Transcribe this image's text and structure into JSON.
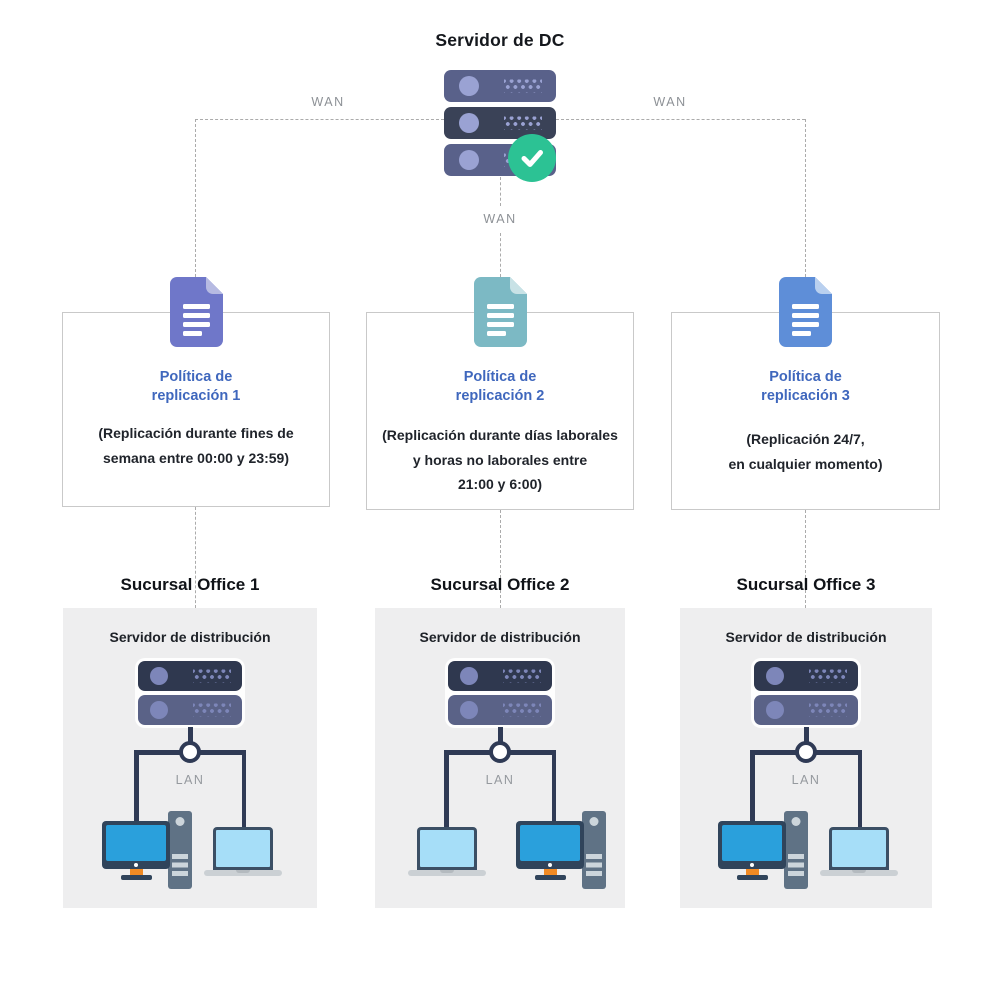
{
  "title": "Servidor de DC",
  "connections": {
    "wan_left": "WAN",
    "wan_center": "WAN",
    "wan_right": "WAN"
  },
  "policies": [
    {
      "icon": "document-icon",
      "icon_color": "#6f77c9",
      "title_line1": "Política de",
      "title_line2": "replicación 1",
      "desc_line1": "(Replicación durante fines de",
      "desc_line2": "semana entre 00:00 y 23:59)"
    },
    {
      "icon": "document-icon",
      "icon_color": "#7cb9c4",
      "title_line1": "Política de",
      "title_line2": "replicación 2",
      "desc_line1": "(Replicación durante días laborales",
      "desc_line2": "y horas no laborales entre",
      "desc_line3": "21:00 y 6:00)"
    },
    {
      "icon": "document-icon",
      "icon_color": "#5e8ed8",
      "title_line1": "Política de",
      "title_line2": "replicación 3",
      "desc_line1": "(Replicación 24/7,",
      "desc_line2": "en cualquier momento)"
    }
  ],
  "offices": [
    {
      "title": "Sucursal Office 1",
      "server_label": "Servidor de distribución",
      "lan_label": "LAN"
    },
    {
      "title": "Sucursal Office 2",
      "server_label": "Servidor de distribución",
      "lan_label": "LAN"
    },
    {
      "title": "Sucursal Office 3",
      "server_label": "Servidor de distribución",
      "lan_label": "LAN"
    }
  ],
  "colors": {
    "dc_server_row_slate": "#59618a",
    "dc_server_row_dark": "#3a4257",
    "office_server_row_dark": "#2f384f",
    "office_server_row_slate": "#5a6287",
    "status_check_green": "#2cc294",
    "policy_title_blue": "#3f67bd",
    "policy_text_dark": "#20242b",
    "connector_navy": "#2f3a55",
    "dashed_line_gray": "#ababab",
    "panel_gray": "#eeeeef",
    "desktop_screen_blue": "#2aa0dc",
    "laptop_screen_blue": "#a6def8",
    "stand_orange": "#f08a24"
  }
}
